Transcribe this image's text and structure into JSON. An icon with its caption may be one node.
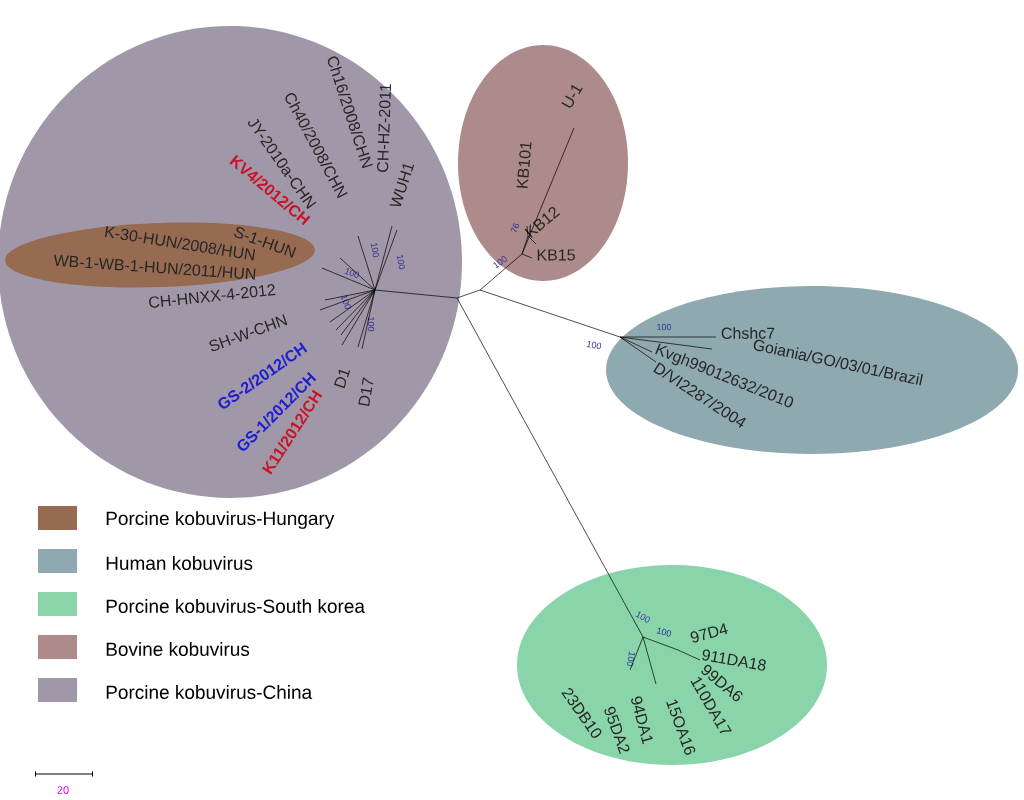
{
  "diagram": {
    "nodes": [
      {
        "text": [
          "Ch16/2008/CHN",
          "CH-HZ-2011",
          "WUH1",
          "Ch40/2008/CHN",
          "JY-2010a-CHN",
          "KV4/2012/CH",
          "CH-HNXX-4-2012",
          "SH-W-CHN",
          "GS-2/2012/CH",
          "GS-1/2012/CH",
          "K11/2012/CH",
          "D1",
          "D17",
          "100",
          "100",
          "100",
          "100",
          "100"
        ]
      },
      {
        "text": [
          "S-1-HUN",
          "K-30-HUN/2008/HUN",
          "WB-1-WB-1-HUN/2011/HUN"
        ],
        "in": 0
      },
      {
        "text": [
          "U-1",
          "KB101",
          "76",
          "KB12",
          "KB15",
          "100"
        ]
      },
      {
        "text": [
          "100",
          "Chshc7",
          "Goiania/GO/03/01/Brazil",
          "Kvgh99012632/2010",
          "D/VI2287/2004"
        ],
        "beside": [
          "100"
        ]
      },
      {
        "text": [
          "100",
          "100",
          "97D4",
          "911DA18",
          "99DA6",
          "110DA17",
          "100",
          "15OA16",
          "94DA1",
          "95DA2",
          "23DB10"
        ]
      }
    ],
    "labels": [
      "20"
    ],
    "legend": [
      {
        "text": "Porcine kobuvirus-Hungary",
        "color": "#976a52"
      },
      {
        "text": "Human kobuvirus",
        "color": "#8fa9b1"
      },
      {
        "text": "Porcine kobuvirus-South korea",
        "color": "#89d4a9"
      },
      {
        "text": "Bovine kobuvirus",
        "color": "#ad8b8a"
      },
      {
        "text": "Porcine kobuvirus-China",
        "color": "#a098a8"
      }
    ]
  }
}
